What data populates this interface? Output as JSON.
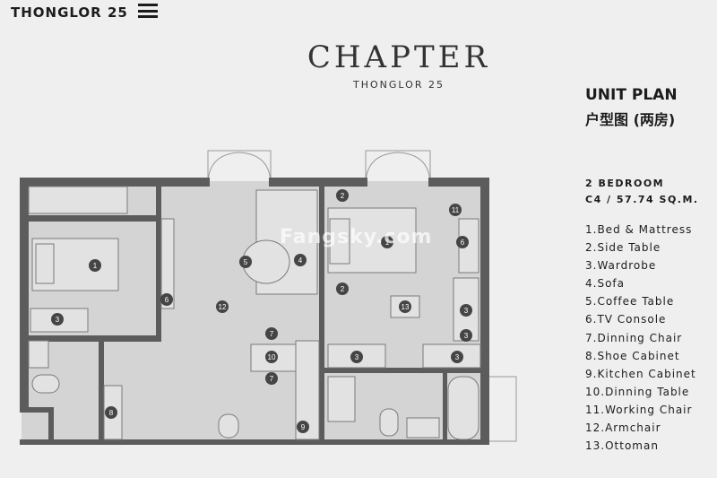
{
  "header": {
    "brand": "THONGLOR 25",
    "brand_icon": "menu-bars-icon"
  },
  "logo": {
    "title": "CHAPTER",
    "subtitle": "THONGLOR 25"
  },
  "unit": {
    "title": "UNIT PLAN",
    "subtitle": "户型图 (两房)",
    "type": "2 BEDROOM",
    "size": "C4 / 57.74 SQ.M."
  },
  "legend": [
    "1.Bed & Mattress",
    "2.Side Table",
    "3.Wardrobe",
    "4.Sofa",
    "5.Coffee Table",
    "6.TV Console",
    "7.Dinning Chair",
    "8.Shoe Cabinet",
    "9.Kitchen Cabinet",
    "10.Dinning Table",
    "11.Working Chair",
    "12.Armchair",
    "13.Ottoman"
  ],
  "markers": [
    "1",
    "2",
    "2",
    "3",
    "3",
    "3",
    "3",
    "3",
    "4",
    "5",
    "6",
    "6",
    "7",
    "7",
    "8",
    "9",
    "10",
    "11",
    "12",
    "13",
    "1"
  ],
  "watermark": "Fangsky.com",
  "colors": {
    "background": "#efefef",
    "wall": "#5c5c5c",
    "floor": "#d4d4d4",
    "marker": "#454545"
  }
}
